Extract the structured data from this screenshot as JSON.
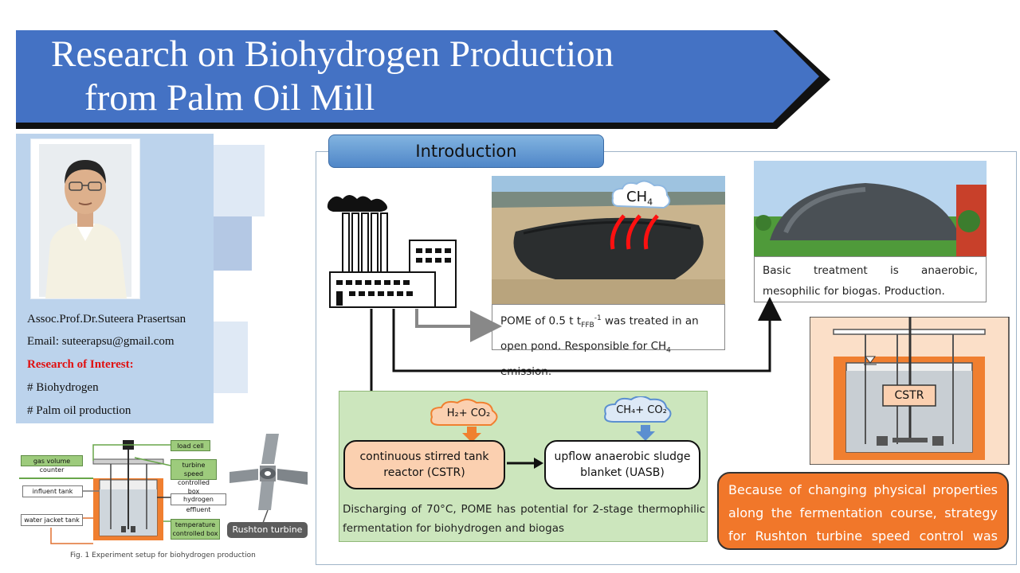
{
  "slide": {
    "title_line1": "Research on Biohydrogen Production",
    "title_line2": "from Palm Oil Mill"
  },
  "profile": {
    "name": "Assoc.Prof.Dr.Suteera Prasertsan",
    "email": "Email: suteerapsu@gmail.com",
    "interest_heading": "Research of Interest:",
    "interests": [
      "# Biohydrogen",
      "# Palm oil production"
    ]
  },
  "figure": {
    "labels": {
      "load_cell": "load cell",
      "gas_volume_counter": "gas volume counter",
      "turbine_speed": "turbine speed controlled box",
      "influent_tank": "influent tank",
      "hydrogen_effluent": "hydrogen effluent",
      "water_jacket_tank": "water jacket tank",
      "temperature": "temperature controlled box",
      "rushton": "Rushton turbine"
    },
    "caption": "Fig. 1 Experiment setup for biohydrogen production"
  },
  "intro": {
    "tab_label": "Introduction",
    "pond_caption_a": "POME of 0.5 t t",
    "pond_caption_sub": "FFB",
    "pond_caption_sup": "-1",
    "pond_caption_b": " was treated in an open pond. Responsible for CH",
    "pond_caption_sub2": "4",
    "pond_caption_c": " emission.",
    "dome_caption": "Basic treatment is anaerobic, mesophilic for biogas. Production.",
    "ch4_cloud": "CH",
    "ch4_cloud_sub": "4",
    "h2_cloud": "H₂+ CO₂",
    "ch4co2_cloud": "CH₄+ CO₂",
    "cstr_label": "continuous stirred tank reactor (CSTR)",
    "uasb_label": "upflow anaerobic sludge blanket (UASB)",
    "green_caption": "Discharging of 70°C, POME has potential for 2-stage thermophilic fermentation for biohydrogen and biogas",
    "tank_label": "CSTR",
    "conclusion": "Because of changing physical properties along the fermentation course, strategy for Rushton turbine speed control was studied."
  },
  "colors": {
    "banner_blue": "#4472c4",
    "panel_blue": "#bcd3ec",
    "green_box": "#cce6bd",
    "orange": "#f1772a"
  }
}
